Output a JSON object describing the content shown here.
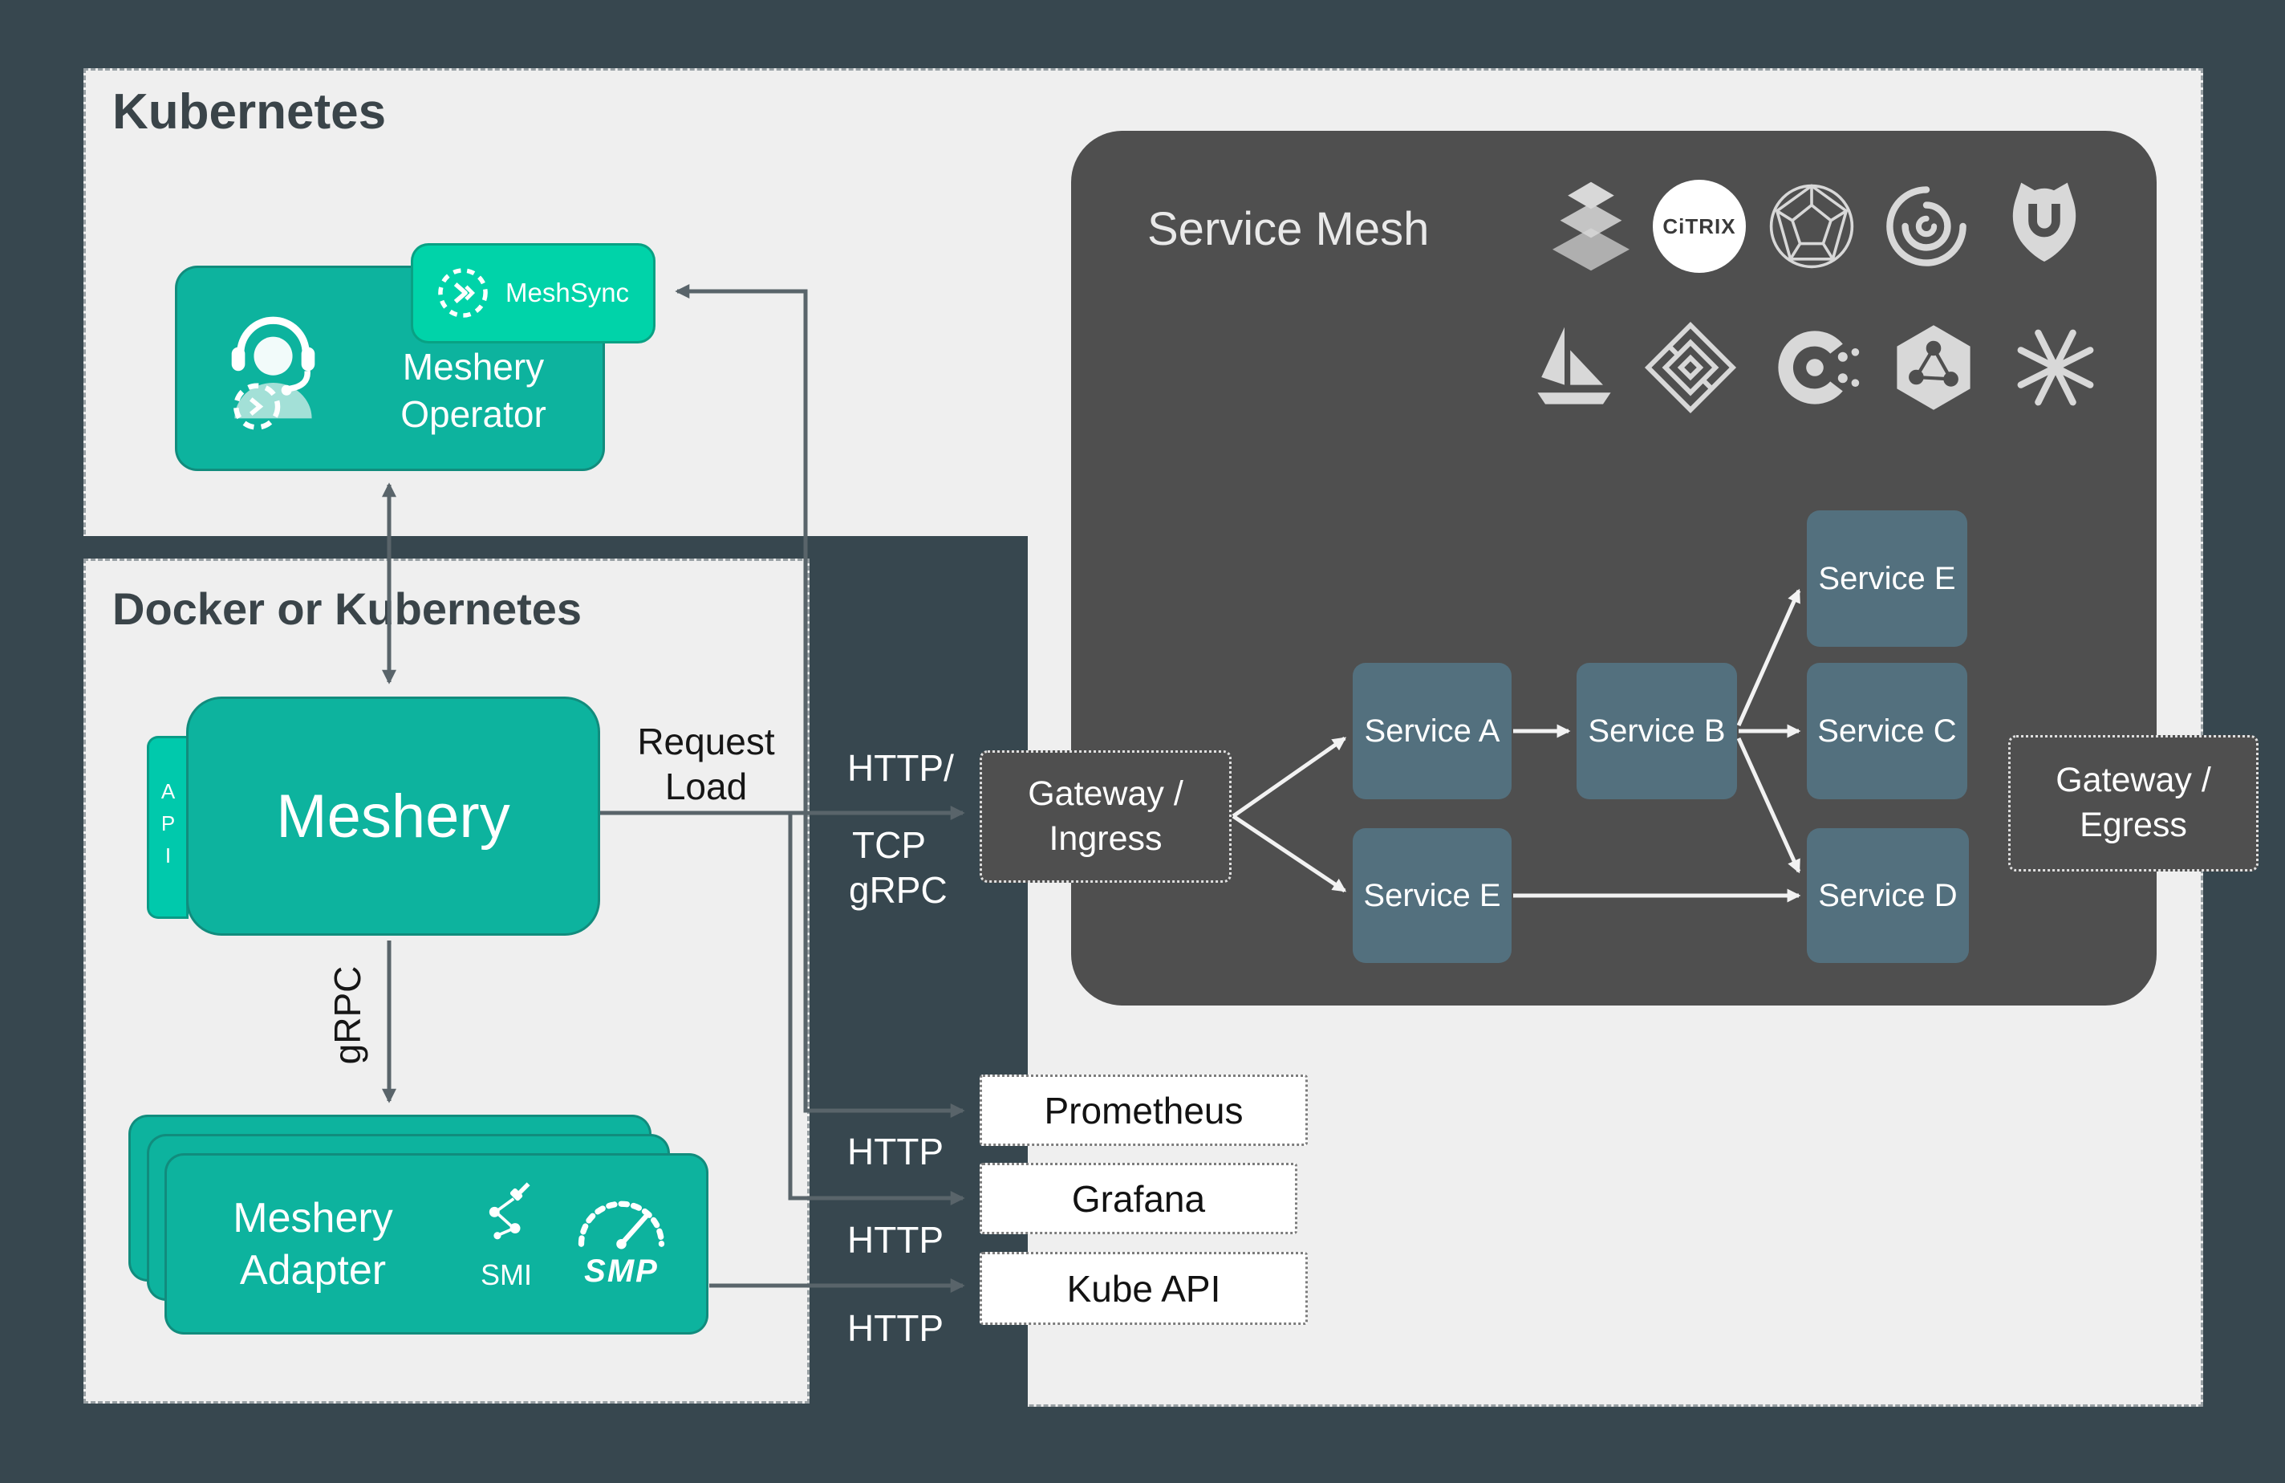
{
  "colors": {
    "page_bg": "#37474F",
    "panel_light": "#EFEFEF",
    "teal": "#0DB39E",
    "teal_bright": "#00D3A9",
    "mesh_dark": "#4F4F4F",
    "service_node": "#53707E"
  },
  "regions": {
    "kubernetes_label": "Kubernetes",
    "docker_label": "Docker or Kubernetes",
    "service_mesh_title": "Service Mesh"
  },
  "operator": {
    "line1": "Meshery",
    "line2": "Operator",
    "meshsync_label": "MeshSync"
  },
  "meshery": {
    "label": "Meshery",
    "api_tab": "API"
  },
  "adapter": {
    "line1": "Meshery",
    "line2": "Adapter",
    "smi_label": "SMI",
    "smp_label": "SMP"
  },
  "edge_labels": {
    "request_line1": "Request",
    "request_line2": "Load",
    "proto_line1": "HTTP/",
    "proto_line2": "TCP",
    "proto_line3": "gRPC",
    "grpc": "gRPC",
    "http_prometheus": "HTTP",
    "http_grafana": "HTTP",
    "http_kube_api": "HTTP"
  },
  "endpoints": {
    "prometheus": "Prometheus",
    "grafana": "Grafana",
    "kube_api": "Kube API"
  },
  "mesh": {
    "gateway_ingress_line1": "Gateway /",
    "gateway_ingress_line2": "Ingress",
    "gateway_egress_line1": "Gateway /",
    "gateway_egress_line2": "Egress",
    "service_a": "Service A",
    "service_b": "Service B",
    "service_c": "Service C",
    "service_d": "Service D",
    "service_e_top": "Service E",
    "service_e_left": "Service E",
    "citrix_text": "CiTRIX",
    "logos_row1": [
      "kuma",
      "citrix",
      "open-service-mesh",
      "nginx-service-mesh",
      "grey-matter"
    ],
    "logos_row2": [
      "istio",
      "aws-app-mesh",
      "consul",
      "network-service-mesh",
      "linkerd"
    ]
  }
}
